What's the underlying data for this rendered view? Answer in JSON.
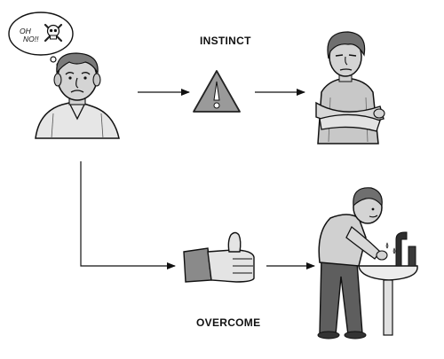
{
  "diagram": {
    "labels": {
      "instinct": "INSTINCT",
      "overcome": "OVERCOME"
    },
    "thought_bubble": {
      "line1": "OH",
      "line2": "NO!!"
    },
    "icons": {
      "warning": "warning-triangle-icon",
      "skull": "skull-crossbones-icon",
      "thumbs_up": "thumbs-up-icon"
    },
    "colors": {
      "ink": "#111111",
      "shade": "#bdbdbd",
      "warning_fill": "#9a9a9a"
    }
  }
}
